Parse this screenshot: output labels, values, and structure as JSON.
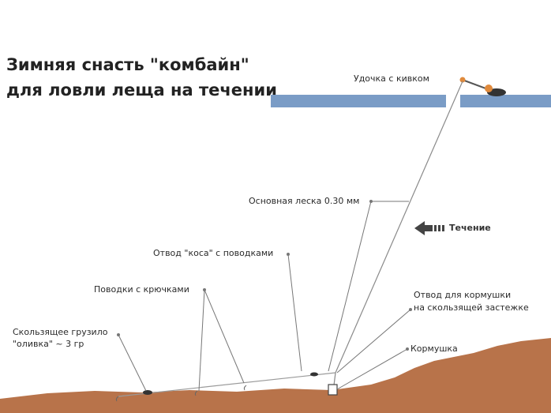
{
  "title": {
    "line1": "Зимняя снасть \"комбайн\"",
    "line2": "для ловли леща на течении"
  },
  "labels": {
    "rod": "Удочка с кивком",
    "main_line": "Основная леска 0.30 мм",
    "current": "Течение",
    "braid_branch": "Отвод \"коса\" с поводками",
    "leaders": "Поводки с крючками",
    "sinker_line1": "Скользящее грузило",
    "sinker_line2": "\"оливка\" ~ 3 гр",
    "feeder_branch_line1": "Отвод для кормушки",
    "feeder_branch_line2": "на скользящей застежке",
    "feeder": "Кормушка"
  },
  "colors": {
    "ice": "#7a9cc6",
    "bottom": "#b8734a",
    "line": "#7a7a7a",
    "arrow": "#444444",
    "rod_float": "#e08a3c",
    "text": "#2a2a2a"
  },
  "icons": [
    "current-arrow-icon",
    "nod-float-icon",
    "sinker-icon",
    "feeder-icon",
    "hook-icon"
  ]
}
